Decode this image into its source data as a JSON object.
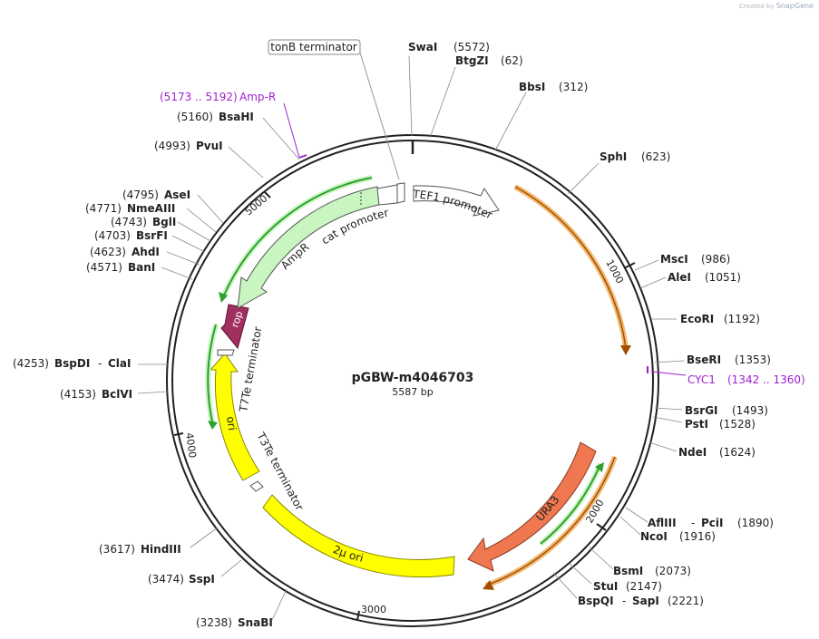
{
  "credit": {
    "prefix": "Created by",
    "brand": "SnapGene"
  },
  "title": "pGBW-m4046703",
  "size_label": "5587 bp",
  "ticks": [
    {
      "bp": 1000,
      "label": "1000"
    },
    {
      "bp": 2000,
      "label": "2000"
    },
    {
      "bp": 3000,
      "label": "3000"
    },
    {
      "bp": 4000,
      "label": "4000"
    },
    {
      "bp": 5000,
      "label": "5000"
    }
  ],
  "colors": {
    "orange": "#f0a040",
    "yellow": "#ffff00",
    "green": "#c8f5c0",
    "green_line": "#2ea02e",
    "rop": "#a03060",
    "ura3": "#f07850",
    "promoter": "#ffffff",
    "purple": "#a020d0"
  },
  "features": [
    {
      "id": "tef1",
      "name": "TEF1 promoter"
    },
    {
      "id": "cat",
      "name": "cat promoter"
    },
    {
      "id": "ampr",
      "name": "AmpR"
    },
    {
      "id": "rop",
      "name": "rop"
    },
    {
      "id": "t7te",
      "name": "T7Te terminator"
    },
    {
      "id": "ori",
      "name": "ori"
    },
    {
      "id": "t3te",
      "name": "T3Te terminator"
    },
    {
      "id": "twomu",
      "name": "2µ ori"
    },
    {
      "id": "ura3",
      "name": "URA3"
    }
  ],
  "callouts": [
    {
      "id": "tonb",
      "name": "tonB terminator"
    },
    {
      "id": "ampr_primer",
      "name": "Amp-R",
      "range": "(5173 .. 5192)"
    },
    {
      "id": "cyc1",
      "name": "CYC1",
      "range": "(1342 .. 1360)"
    }
  ],
  "sites": [
    {
      "name": "SwaI",
      "pos": "(5572)"
    },
    {
      "name": "BtgZI",
      "pos": "(62)"
    },
    {
      "name": "BbsI",
      "pos": "(312)"
    },
    {
      "name": "SphI",
      "pos": "(623)"
    },
    {
      "name": "MscI",
      "pos": "(986)"
    },
    {
      "name": "AleI",
      "pos": "(1051)"
    },
    {
      "name": "EcoRI",
      "pos": "(1192)"
    },
    {
      "name": "BseRI",
      "pos": "(1353)"
    },
    {
      "name": "BsrGI",
      "pos": "(1493)"
    },
    {
      "name": "PstI",
      "pos": "(1528)"
    },
    {
      "name": "NdeI",
      "pos": "(1624)"
    },
    {
      "name": "AflIII",
      "name2": "PciI",
      "pos": "(1890)"
    },
    {
      "name": "NcoI",
      "pos": "(1916)"
    },
    {
      "name": "BsmI",
      "pos": "(2073)"
    },
    {
      "name": "StuI",
      "pos": "(2147)"
    },
    {
      "name": "BspQI",
      "name2": "SapI",
      "pos": "(2221)"
    },
    {
      "name": "SnaBI",
      "pos": "(3238)"
    },
    {
      "name": "SspI",
      "pos": "(3474)"
    },
    {
      "name": "HindIII",
      "pos": "(3617)"
    },
    {
      "name": "BclVI",
      "pos": "(4153)"
    },
    {
      "name": "BspDI",
      "name2": "ClaI",
      "pos": "(4253)"
    },
    {
      "name": "BanI",
      "pos": "(4571)"
    },
    {
      "name": "AhdI",
      "pos": "(4623)"
    },
    {
      "name": "BsrFI",
      "pos": "(4703)"
    },
    {
      "name": "BglI",
      "pos": "(4743)"
    },
    {
      "name": "NmeAIII",
      "pos": "(4771)"
    },
    {
      "name": "AseI",
      "pos": "(4795)"
    },
    {
      "name": "PvuI",
      "pos": "(4993)"
    },
    {
      "name": "BsaHI",
      "pos": "(5160)"
    }
  ]
}
